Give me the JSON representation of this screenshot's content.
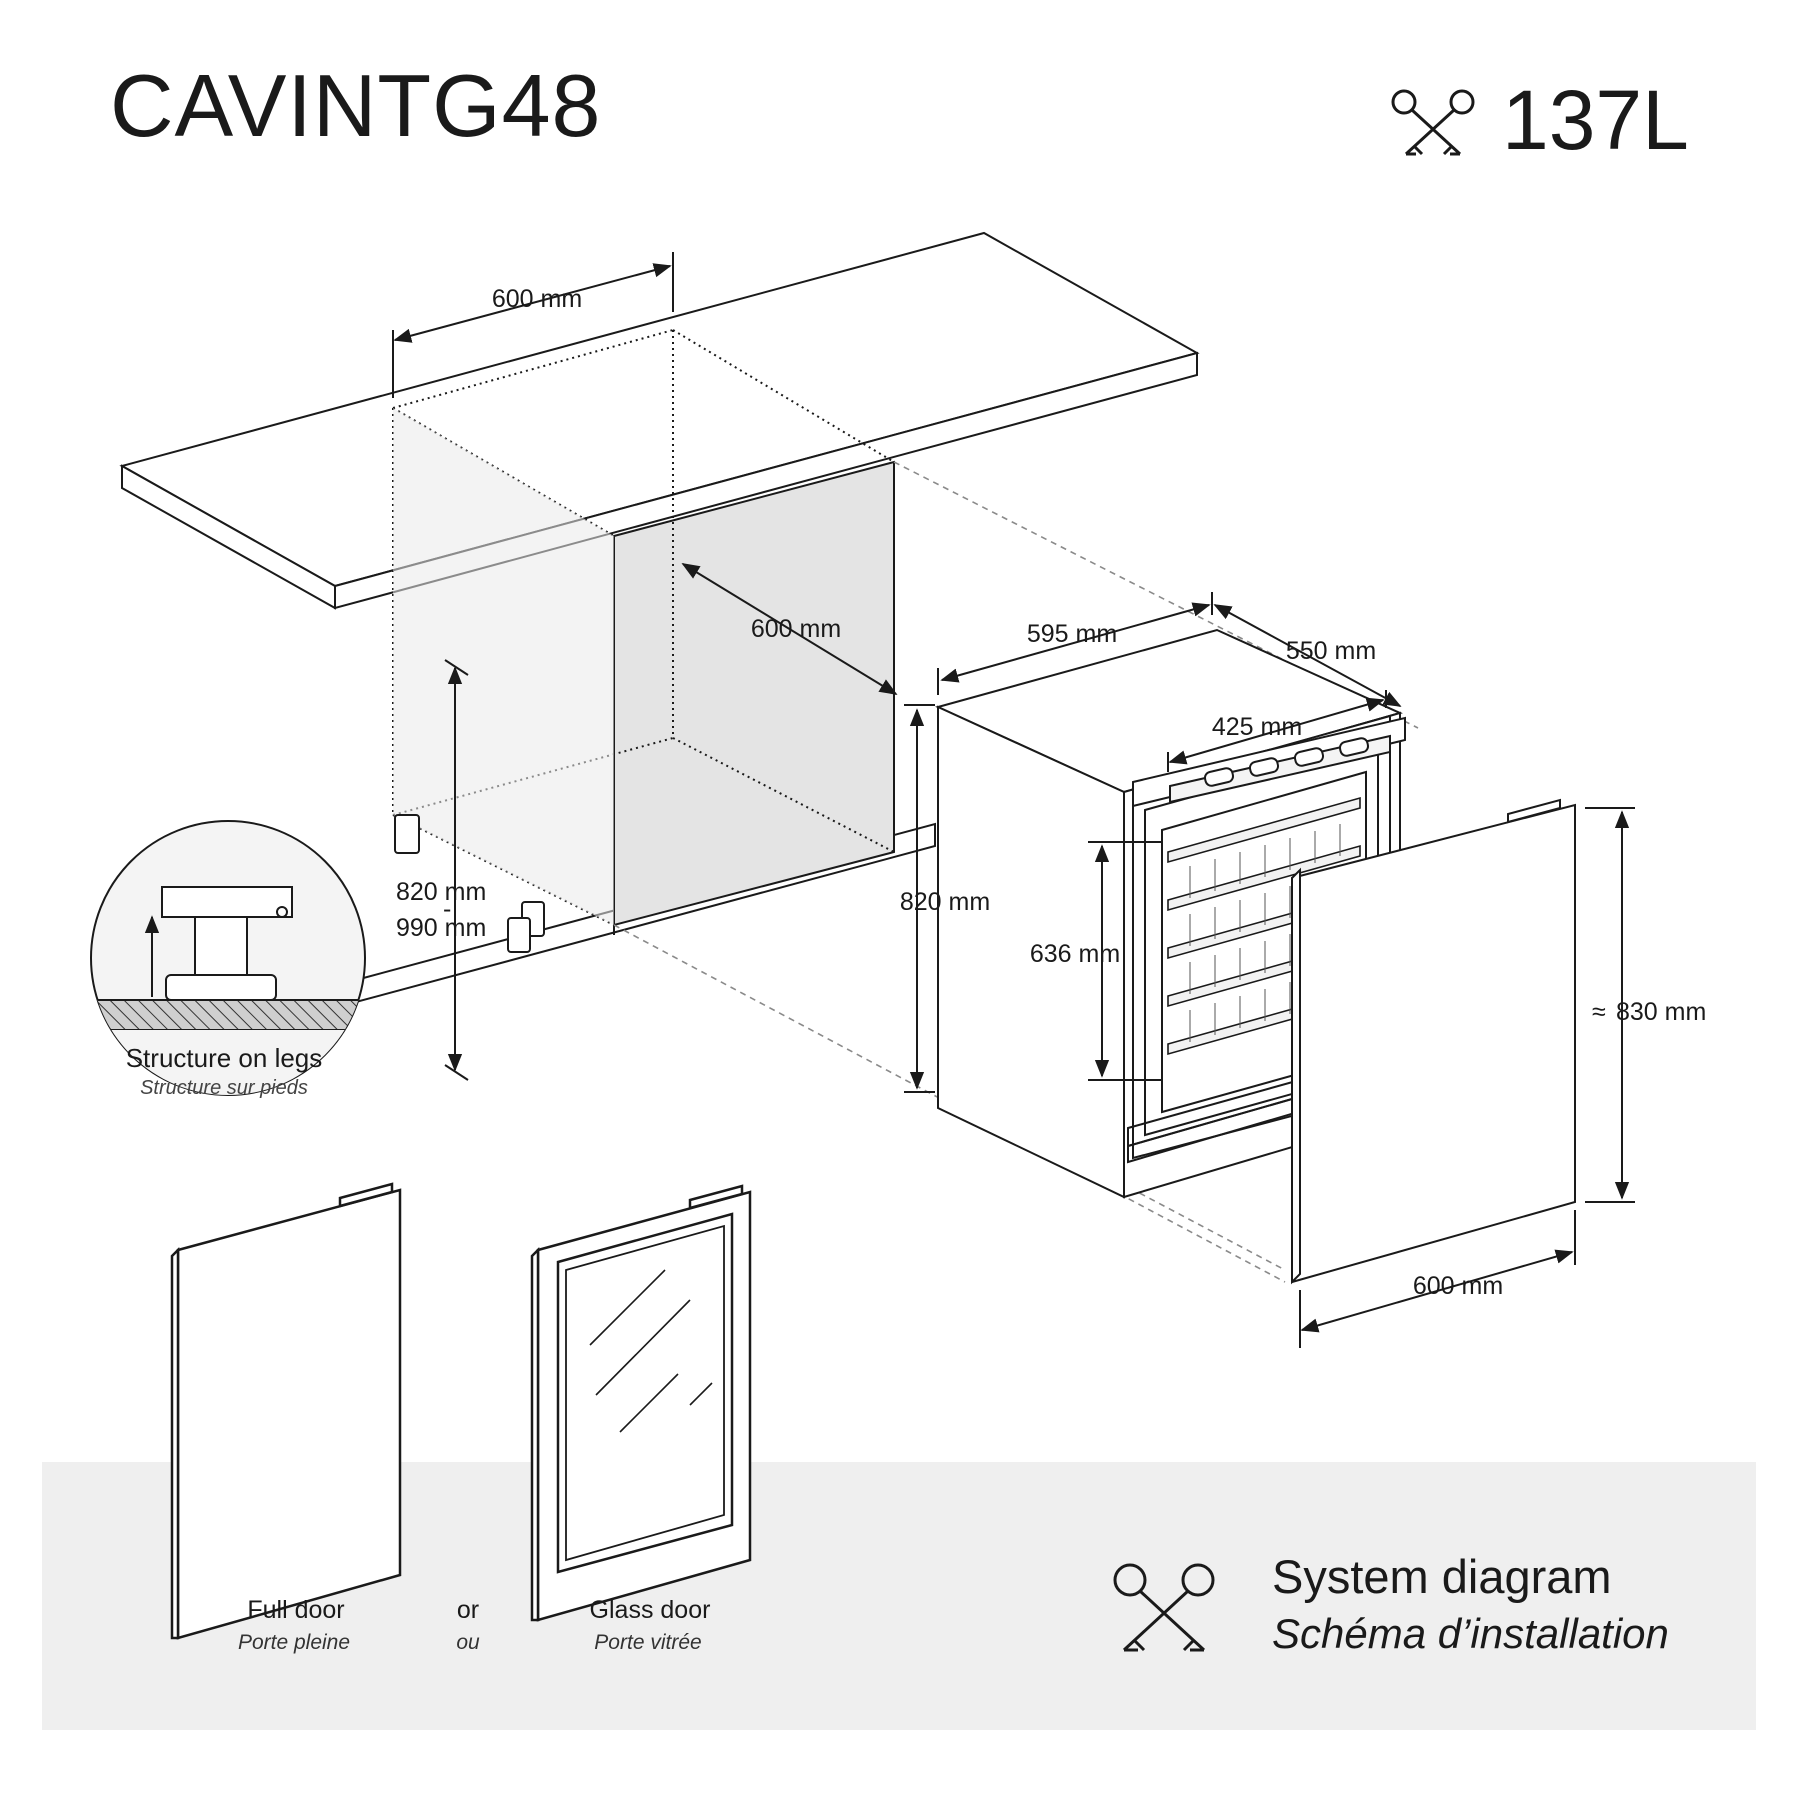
{
  "header": {
    "model": "CAVINTG48",
    "capacity": "137L",
    "capacity_icon": "crossed-keys-icon"
  },
  "dimensions": {
    "niche_width": "600 mm",
    "niche_depth": "600 mm",
    "niche_height_range_min": "820 mm",
    "niche_height_range_max": "990 mm",
    "niche_height_separator": "-",
    "unit_width": "595 mm",
    "unit_depth": "550 mm",
    "unit_height": "820 mm",
    "inner_width": "425 mm",
    "inner_height": "636 mm",
    "door_height": "830 mm",
    "door_height_prefix": "≈",
    "door_width": "600 mm"
  },
  "detail_callout": {
    "title": "Structure on legs",
    "subtitle": "Structure sur pieds"
  },
  "door_options": {
    "full_door_label": "Full door",
    "full_door_sub": "Porte pleine",
    "or_label": "or",
    "or_sub": "ou",
    "glass_door_label": "Glass door",
    "glass_door_sub": "Porte vitrée"
  },
  "footer": {
    "title": "System diagram",
    "subtitle": "Schéma d’installation",
    "icon": "crossed-keys-icon"
  },
  "colors": {
    "line": "#1a1a1a",
    "niche_fill": "#e4e4e4",
    "band": "#efefef"
  }
}
